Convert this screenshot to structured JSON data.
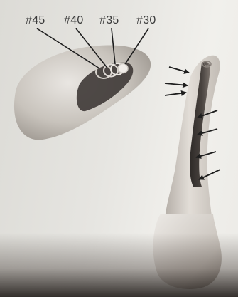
{
  "diagram": {
    "size_labels": [
      "#45",
      "#40",
      "#35",
      "#30"
    ]
  },
  "colors": {
    "background": "#e4e3de",
    "tooth": "#cfcac3",
    "canal_dark": "#3b3633",
    "label_text": "#3a3a3a"
  }
}
